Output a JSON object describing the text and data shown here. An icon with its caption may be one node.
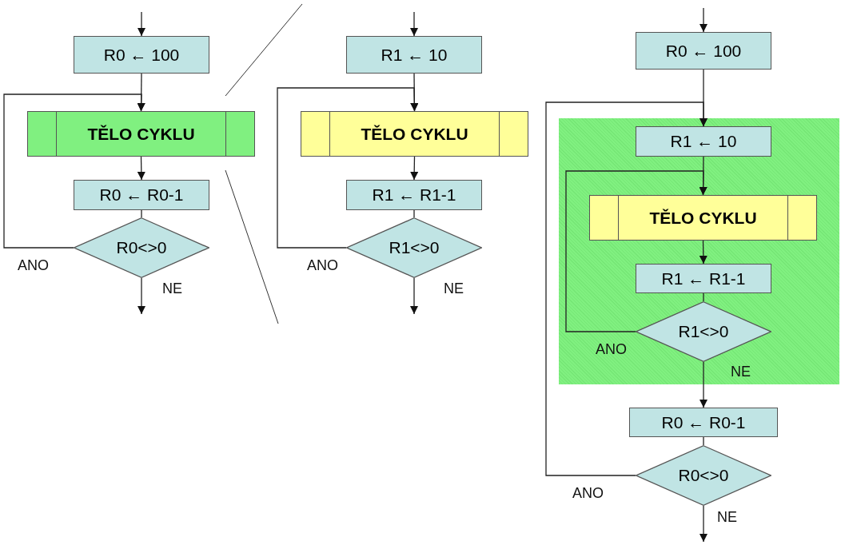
{
  "diagram": {
    "nodes": [
      {
        "text": [
          "R0 ← 100"
        ]
      },
      {
        "text": [
          "TĚLO CYKLU"
        ]
      },
      {
        "text": [
          "R0 ← R0-1"
        ]
      },
      {
        "text": [
          "R0<>0"
        ]
      },
      {
        "text": [
          "R1 ← 10"
        ]
      },
      {
        "text": [
          "TĚLO CYKLU"
        ]
      },
      {
        "text": [
          "R1 ← R1-1"
        ]
      },
      {
        "text": [
          "R1<>0"
        ]
      },
      {
        "text": [
          "R0 ← 100"
        ]
      },
      {
        "text": [],
        "shape": "box"
      },
      {
        "text": [
          "R1 ← 10"
        ],
        "in": 9
      },
      {
        "text": [
          "TĚLO CYKLU"
        ],
        "in": 9
      },
      {
        "text": [
          "R1 ← R1-1"
        ],
        "in": 9
      },
      {
        "text": [
          "R1<>0"
        ],
        "in": 9
      },
      {
        "text": [
          "R0 ← R0-1"
        ]
      },
      {
        "text": [
          "R0<>0"
        ]
      }
    ],
    "edges": [
      {
        "from": null,
        "to": 0,
        "arrow": "to"
      },
      {
        "from": 0,
        "to": 1,
        "arrow": "to"
      },
      {
        "from": 1,
        "to": 2,
        "arrow": "to"
      },
      {
        "from": 2,
        "to": 3,
        "arrow": "none"
      },
      {
        "from": 3,
        "to": 1,
        "arrow": "to",
        "label": "ANO"
      },
      {
        "from": 3,
        "to": null,
        "arrow": "to",
        "label": "NE"
      },
      {
        "from": null,
        "to": 4,
        "arrow": "to"
      },
      {
        "from": 4,
        "to": 5,
        "arrow": "to"
      },
      {
        "from": 5,
        "to": 6,
        "arrow": "to"
      },
      {
        "from": 6,
        "to": 7,
        "arrow": "none"
      },
      {
        "from": 7,
        "to": 5,
        "arrow": "to",
        "label": "ANO"
      },
      {
        "from": 7,
        "to": null,
        "arrow": "to",
        "label": "NE"
      },
      {
        "from": null,
        "to": 8,
        "arrow": "to"
      },
      {
        "from": 8,
        "to": 10,
        "arrow": "to"
      },
      {
        "from": 10,
        "to": 11,
        "arrow": "to"
      },
      {
        "from": 11,
        "to": 12,
        "arrow": "to"
      },
      {
        "from": 12,
        "to": 13,
        "arrow": "none"
      },
      {
        "from": 13,
        "to": 11,
        "arrow": "to",
        "label": "ANO"
      },
      {
        "from": 13,
        "to": 14,
        "arrow": "to",
        "label": "NE"
      },
      {
        "from": 14,
        "to": 15,
        "arrow": "none"
      },
      {
        "from": 15,
        "to": 10,
        "arrow": "to",
        "label": "ANO"
      },
      {
        "from": 15,
        "to": null,
        "arrow": "to",
        "label": "NE"
      }
    ]
  }
}
